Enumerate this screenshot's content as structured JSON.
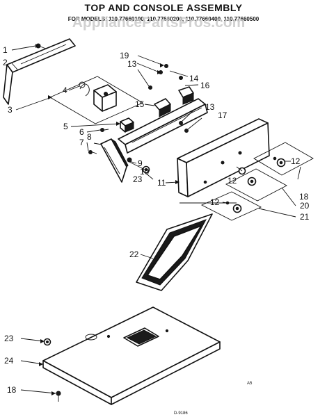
{
  "header": {
    "title": "TOP AND CONSOLE ASSEMBLY",
    "subtitle": "FOR MODELS: 110.77660100, 110.77660200, 110.77660400, 110.77660500",
    "watermark": "AppliancePartsPros.com"
  },
  "footer": {
    "page_mark": "A5",
    "drawing_code": "D-9186"
  },
  "callouts": [
    {
      "id": "c1",
      "text": "1"
    },
    {
      "id": "c2",
      "text": "2"
    },
    {
      "id": "c3",
      "text": "3"
    },
    {
      "id": "c4",
      "text": "4"
    },
    {
      "id": "c5",
      "text": "5"
    },
    {
      "id": "c6",
      "text": "6"
    },
    {
      "id": "c7",
      "text": "7"
    },
    {
      "id": "c8",
      "text": "8"
    },
    {
      "id": "c9",
      "text": "9"
    },
    {
      "id": "c10",
      "text": "10"
    },
    {
      "id": "c11",
      "text": "11"
    },
    {
      "id": "c12a",
      "text": "12"
    },
    {
      "id": "c12b",
      "text": "12"
    },
    {
      "id": "c12c",
      "text": "12"
    },
    {
      "id": "c13a",
      "text": "13"
    },
    {
      "id": "c13b",
      "text": "13"
    },
    {
      "id": "c14",
      "text": "14"
    },
    {
      "id": "c15",
      "text": "15"
    },
    {
      "id": "c16",
      "text": "16"
    },
    {
      "id": "c17",
      "text": "17"
    },
    {
      "id": "c18a",
      "text": "18"
    },
    {
      "id": "c18b",
      "text": "18"
    },
    {
      "id": "c19",
      "text": "19"
    },
    {
      "id": "c20",
      "text": "20"
    },
    {
      "id": "c21",
      "text": "21"
    },
    {
      "id": "c22",
      "text": "22"
    },
    {
      "id": "c23a",
      "text": "23"
    },
    {
      "id": "c23b",
      "text": "23"
    },
    {
      "id": "c24",
      "text": "24"
    }
  ]
}
